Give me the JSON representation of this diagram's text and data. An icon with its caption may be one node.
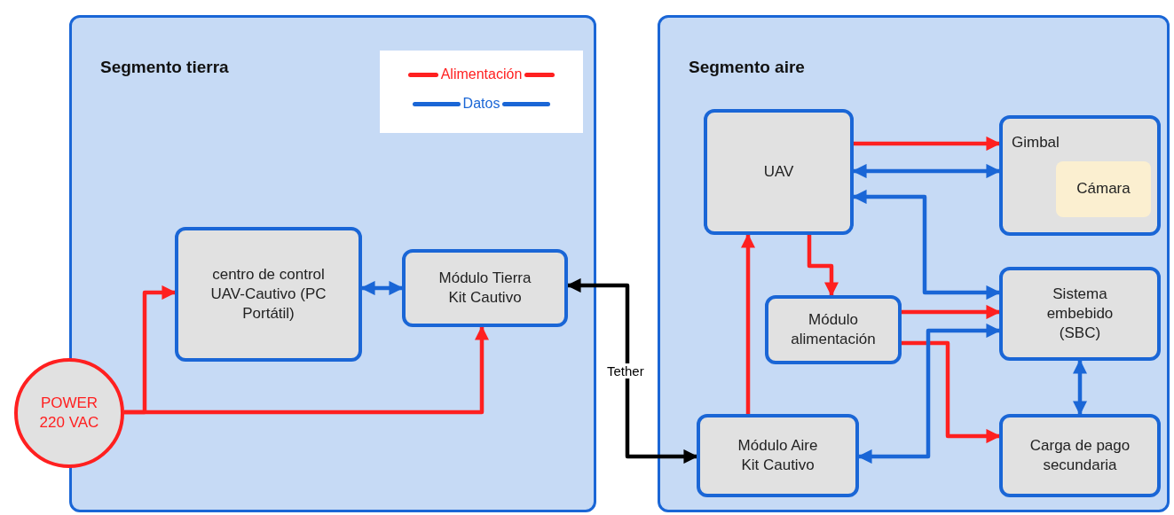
{
  "diagram": {
    "nodes": [
      {
        "text": [
          "Segmento tierra"
        ]
      },
      {
        "text": [
          "centro de control UAV-Cautivo (PC Portátil)"
        ],
        "in": 0
      },
      {
        "text": [
          "Módulo Tierra Kit Cautivo"
        ],
        "in": 0
      },
      {
        "text": [
          "POWER 220 VAC"
        ]
      },
      {
        "text": [
          "Segmento aire"
        ]
      },
      {
        "text": [
          "UAV"
        ],
        "in": 4
      },
      {
        "text": [
          "Gimbal"
        ],
        "in": 4
      },
      {
        "text": [
          "Cámara"
        ],
        "in": 6
      },
      {
        "text": [
          "Módulo alimentación"
        ],
        "in": 4
      },
      {
        "text": [
          "Sistema embebido (SBC)"
        ],
        "in": 4
      },
      {
        "text": [
          "Módulo Aire Kit Cautivo"
        ],
        "in": 4
      },
      {
        "text": [
          "Carga de pago secundaria"
        ],
        "in": 4
      }
    ],
    "edges": [
      {
        "from": 3,
        "to": 1,
        "arrow": "to"
      },
      {
        "from": 3,
        "to": 2,
        "arrow": "to"
      },
      {
        "from": 1,
        "to": 2,
        "arrow": "both",
        "color": "#1a66d6"
      },
      {
        "from": 2,
        "to": 10,
        "arrow": "both",
        "label": "Tether",
        "color": "#000000"
      },
      {
        "from": 5,
        "to": 6,
        "arrow": "to"
      },
      {
        "from": 5,
        "to": 6,
        "arrow": "both",
        "color": "#1a66d6"
      },
      {
        "from": 5,
        "to": 9,
        "arrow": "both",
        "color": "#1a66d6"
      },
      {
        "from": 5,
        "to": 8,
        "arrow": "to"
      },
      {
        "from": 10,
        "to": 5,
        "arrow": "to"
      },
      {
        "from": 8,
        "to": 9,
        "arrow": "to"
      },
      {
        "from": 8,
        "to": 11,
        "arrow": "to"
      },
      {
        "from": 10,
        "to": 9,
        "arrow": "both",
        "color": "#1a66d6"
      },
      {
        "from": 9,
        "to": 11,
        "arrow": "both",
        "color": "#1a66d6"
      }
    ],
    "legend": [
      {
        "text": "Alimentación"
      },
      {
        "text": "Datos"
      }
    ]
  }
}
